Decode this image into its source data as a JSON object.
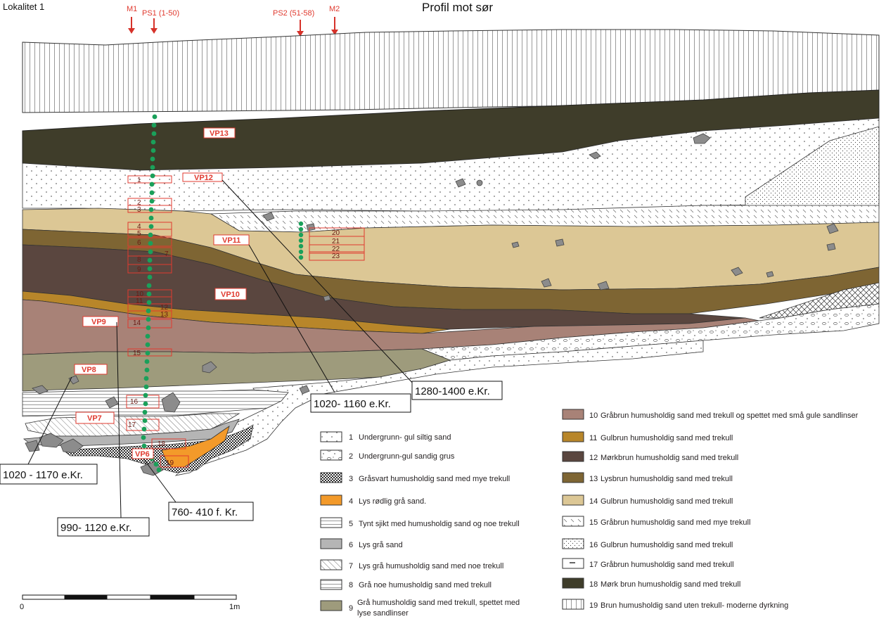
{
  "header": {
    "site": "Lokalitet 1",
    "title": "Profil mot sør"
  },
  "markers": [
    "M1",
    "PS1 (1-50)",
    "PS2 (51-58)",
    "M2"
  ],
  "vp_labels": [
    "VP13",
    "VP12",
    "VP11",
    "VP10",
    "VP9",
    "VP8",
    "VP7",
    "VP6"
  ],
  "samples": [
    "1",
    "2",
    "3",
    "4",
    "5",
    "6",
    "7",
    "8",
    "9",
    "10",
    "11",
    "12",
    "13",
    "14",
    "15",
    "16",
    "17",
    "18",
    "19",
    "20",
    "21",
    "22",
    "23"
  ],
  "dates": [
    "1280-1400 e.Kr.",
    "1020- 1160 e.Kr.",
    "1020 - 1170 e.Kr.",
    "990- 1120 e.Kr.",
    "760- 410 f. Kr."
  ],
  "scale": {
    "start": "0",
    "end": "1m"
  },
  "legend": [
    {
      "num": "1",
      "text": "Undergrunn- gul siltig sand",
      "color": "#ffffff"
    },
    {
      "num": "2",
      "text": "Undergrunn-gul sandig grus",
      "color": "#ffffff"
    },
    {
      "num": "3",
      "text": "Gråsvart humusholdig sand med mye trekull",
      "color": "#3b3b3b"
    },
    {
      "num": "4",
      "text": "Lys rødlig grå sand.",
      "color": "#f39a2a"
    },
    {
      "num": "5",
      "text": "Tynt sjikt med humusholdig sand og noe trekull",
      "color": "#ffffff"
    },
    {
      "num": "6",
      "text": "Lys grå sand",
      "color": "#b5b5b5"
    },
    {
      "num": "7",
      "text": "Lys grå humusholdig sand med noe trekull",
      "color": "#ffffff"
    },
    {
      "num": "8",
      "text": "Grå noe humusholdig sand med trekull",
      "color": "#ffffff"
    },
    {
      "num": "9",
      "text": "Grå humusholdig sand med trekull, spettet med",
      "text2": "lyse sandlinser",
      "color": "#9e9b7c"
    },
    {
      "num": "10",
      "text": "Gråbrun humusholdig sand med trekull og spettet med små gule sandlinser",
      "color": "#a88277"
    },
    {
      "num": "11",
      "text": "Gulbrun humusholdig sand med trekull",
      "color": "#b8862a"
    },
    {
      "num": "12",
      "text": "Mørkbrun humusholdig sand med trekull",
      "color": "#5a463f"
    },
    {
      "num": "13",
      "text": "Lysbrun humusholdig sand med trekull",
      "color": "#7e6533"
    },
    {
      "num": "14",
      "text": "Gulbrun humusholdig sand med trekull",
      "color": "#dcc795"
    },
    {
      "num": "15",
      "text": "Gråbrun humusholdig sand med mye trekull",
      "color": "#ffffff"
    },
    {
      "num": "16",
      "text": "Gulbrun humusholdig sand med trekull",
      "color": "#ffffff"
    },
    {
      "num": "17",
      "text": "Gråbrun humusholdig sand med trekull",
      "color": "#ffffff"
    },
    {
      "num": "18",
      "text": "Mørk brun humusholdig sand med trekull",
      "color": "#3f3d2a"
    },
    {
      "num": "19",
      "text": "Brun humusholdig sand uten trekull- moderne dyrkning",
      "color": "#ffffff"
    }
  ]
}
